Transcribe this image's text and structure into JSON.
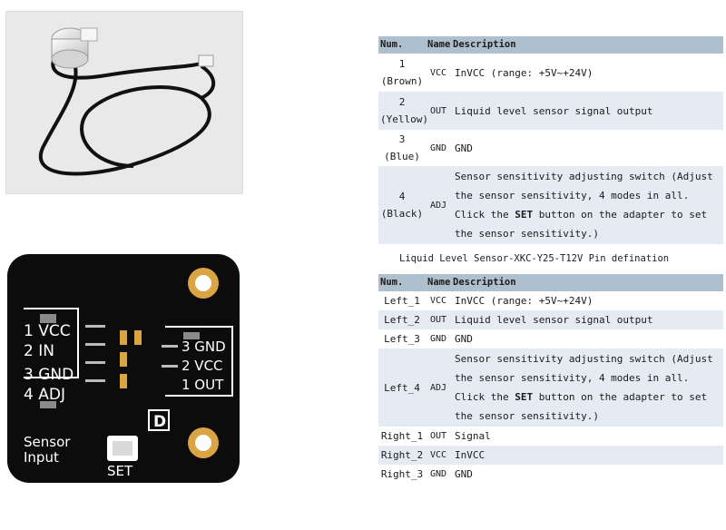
{
  "table1": {
    "headers": [
      "Num.",
      "Name",
      "Description"
    ],
    "rows": [
      {
        "num": "1 (Brown)",
        "name": "VCC",
        "desc": "InVCC (range: +5V~+24V)"
      },
      {
        "num": "2 (Yellow)",
        "name": "OUT",
        "desc": "Liquid level sensor signal output"
      },
      {
        "num": "3 (Blue)",
        "name": "GND",
        "desc": "GND"
      },
      {
        "num": "4 (Black)",
        "name": "ADJ",
        "desc_pre": "Sensor sensitivity adjusting switch (Adjust the sensor sensitivity, 4 modes in all. Click the ",
        "desc_bold": "SET",
        "desc_post": " button on the adapter to set the sensor sensitivity.)"
      }
    ]
  },
  "caption": "Liquid Level Sensor-XKC-Y25-T12V Pin defination",
  "table2": {
    "headers": [
      "Num.",
      "Name",
      "Description"
    ],
    "rows": [
      {
        "num": "Left_1",
        "name": "VCC",
        "desc": "InVCC (range: +5V~+24V)"
      },
      {
        "num": "Left_2",
        "name": "OUT",
        "desc": "Liquid level sensor signal output"
      },
      {
        "num": "Left_3",
        "name": "GND",
        "desc": "GND"
      },
      {
        "num": "Left_4",
        "name": "ADJ",
        "desc_pre": "Sensor sensitivity adjusting switch (Adjust the sensor sensitivity, 4 modes in all. Click the ",
        "desc_bold": "SET",
        "desc_post": " button on the adapter to set the sensor sensitivity.)"
      },
      {
        "num": "Right_1",
        "name": "OUT",
        "desc": "Signal"
      },
      {
        "num": "Right_2",
        "name": "VCC",
        "desc": "InVCC"
      },
      {
        "num": "Right_3",
        "name": "GND",
        "desc": "GND"
      }
    ]
  },
  "board": {
    "left_labels": [
      "1 VCC",
      "2 IN",
      "3 GND",
      "4 ADJ"
    ],
    "right_labels": [
      "3 GND",
      "2 VCC",
      "1 OUT"
    ],
    "sensor_label": "Sensor\nInput",
    "set_label": "SET",
    "d_mark": "D"
  },
  "colors": {
    "table_header": "#aebfce",
    "row_shade": "#e4ebf2",
    "pcb": "#0c0c0c",
    "gold": "#d9a441"
  }
}
